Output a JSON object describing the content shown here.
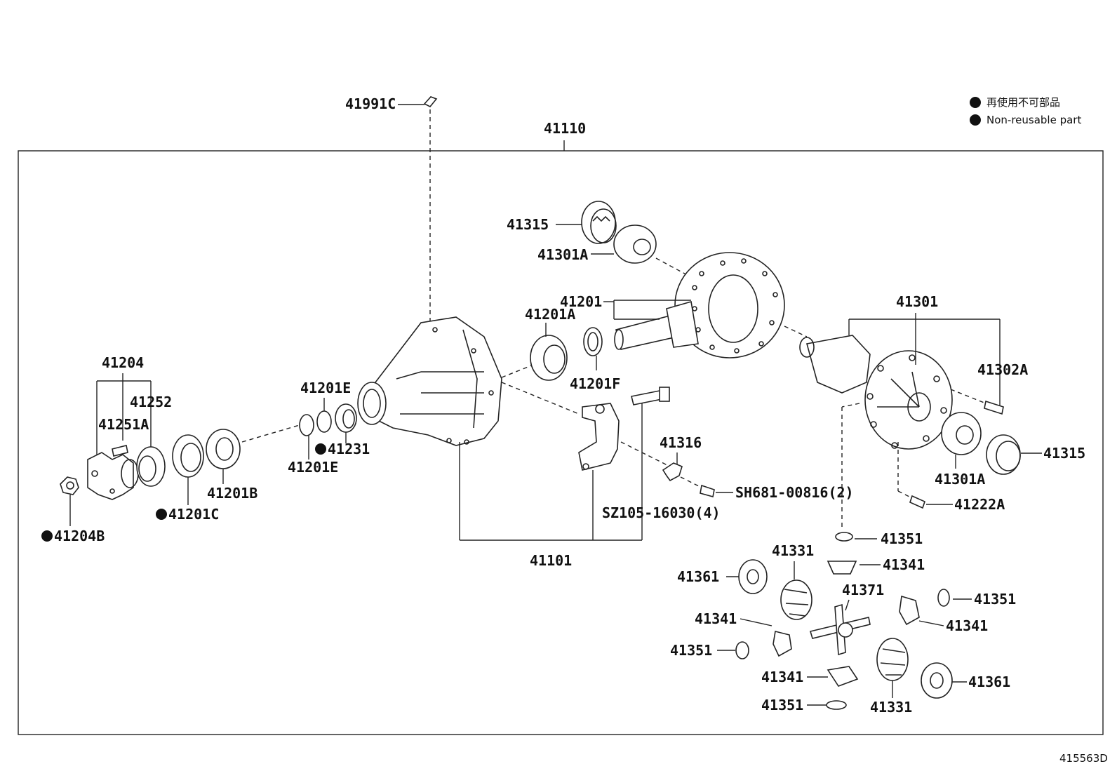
{
  "legend": {
    "jp": "再使用不可部品",
    "en": "Non-reusable part"
  },
  "diagram_id": "415563D",
  "labels": {
    "l41991C": "41991C",
    "l41110": "41110",
    "l41315a": "41315",
    "l41301Aa": "41301A",
    "l41201": "41201",
    "l41201A": "41201A",
    "l41201F": "41201F",
    "l41301": "41301",
    "l41302A": "41302A",
    "l41315b": "41315",
    "l41301Ab": "41301A",
    "l41222A": "41222A",
    "l41316": "41316",
    "lSH681": "SH681-00816(2)",
    "lSZ105": "SZ105-16030(4)",
    "l41101": "41101",
    "l41204": "41204",
    "l41252": "41252",
    "l41251A": "41251A",
    "l41201Ea": "41201E",
    "l41201Eb": "41201E",
    "l41231": "41231",
    "l41201B": "41201B",
    "l41201C": "41201C",
    "l41204B": "41204B",
    "l41351a": "41351",
    "l41341a": "41341",
    "l41331a": "41331",
    "l41361a": "41361",
    "l41371": "41371",
    "l41351b": "41351",
    "l41341b": "41341",
    "l41341c": "41341",
    "l41351c": "41351",
    "l41341d": "41341",
    "l41351d": "41351",
    "l41331b": "41331",
    "l41361b": "41361"
  }
}
